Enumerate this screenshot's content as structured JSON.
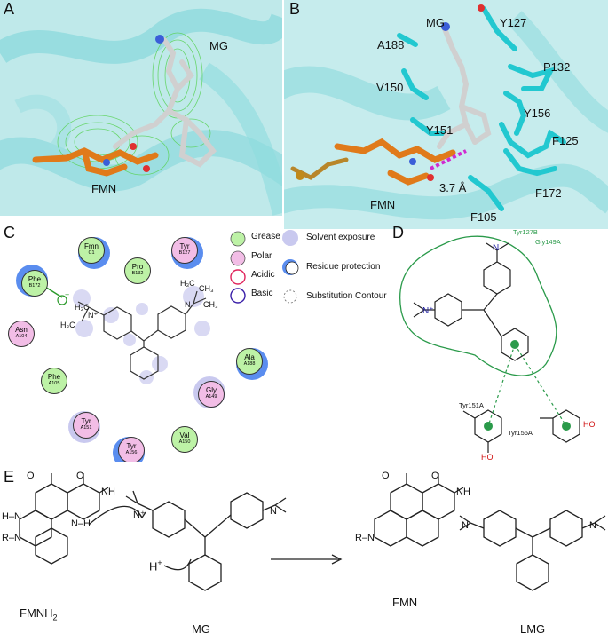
{
  "panels": {
    "A": {
      "label": "A",
      "mg": "MG",
      "fmn": "FMN"
    },
    "B": {
      "label": "B",
      "mg": "MG",
      "y127": "Y127",
      "a188": "A188",
      "p132": "P132",
      "v150": "V150",
      "y156": "Y156",
      "y151": "Y151",
      "f125": "F125",
      "fmn": "FMN",
      "dist": "3.7 Å",
      "f172": "F172",
      "f105": "F105"
    },
    "C": {
      "label": "C",
      "residues": [
        {
          "name": "Fmn",
          "sub": "C1",
          "type": "grease"
        },
        {
          "name": "Tyr",
          "sub": "B127",
          "type": "polar"
        },
        {
          "name": "Pro",
          "sub": "B132",
          "type": "grease"
        },
        {
          "name": "Phe",
          "sub": "B172",
          "type": "grease"
        },
        {
          "name": "Asn",
          "sub": "A104",
          "type": "polar"
        },
        {
          "name": "Phe",
          "sub": "A105",
          "type": "grease"
        },
        {
          "name": "Ala",
          "sub": "A188",
          "type": "grease"
        },
        {
          "name": "Gly",
          "sub": "A149",
          "type": "polar"
        },
        {
          "name": "Tyr",
          "sub": "A151",
          "type": "polar"
        },
        {
          "name": "Val",
          "sub": "A150",
          "type": "grease"
        },
        {
          "name": "Tyr",
          "sub": "A156",
          "type": "polar"
        }
      ],
      "legend": {
        "grease": "Grease",
        "polar": "Polar",
        "acidic": "Acidic",
        "basic": "Basic",
        "solvent": "Solvent exposure",
        "protection": "Residue protection",
        "contour": "Substitution Contour"
      },
      "colors": {
        "grease": "#bdf2a6",
        "polar": "#f2bde6",
        "acidic": "#f2a6a6",
        "basic": "#d9b3f2",
        "solvent": "#c9c9ef",
        "protection": "#5a8def",
        "acidic_border": "#e0245c",
        "basic_border": "#3a1fa8"
      }
    },
    "D": {
      "label": "D",
      "tyr127b": "Tyr127B",
      "gly149a": "Gly149A",
      "tyr151a": "Tyr151A",
      "tyr156a": "Tyr156A",
      "oh": "HO",
      "oh2": "HO"
    },
    "E": {
      "label": "E",
      "fmnh2": "FMNH",
      "fmnh2_sub": "2",
      "mg": "MG",
      "fmn": "FMN",
      "lmg": "LMG",
      "hplus": "H",
      "hplus_sup": "+"
    }
  }
}
